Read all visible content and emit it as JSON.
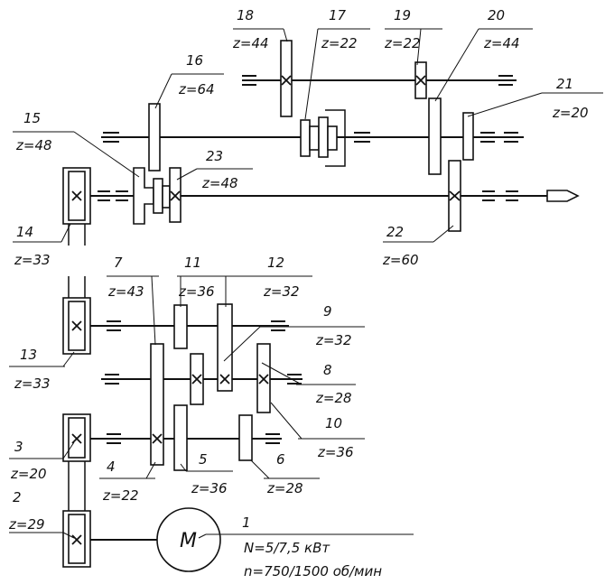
{
  "motor": {
    "symbol": "M",
    "power": "N=5/7,5 кВт",
    "speed": "n=750/1500 об/мин"
  },
  "labels": {
    "l1": "1",
    "l2": "2",
    "z2": "z=29",
    "l3": "3",
    "z3": "z=20",
    "l4": "4",
    "z4": "z=22",
    "l5": "5",
    "z5": "z=36",
    "l6": "6",
    "z6": "z=28",
    "l7": "7",
    "z7": "z=43",
    "l8": "8",
    "z8": "z=28",
    "l9": "9",
    "z9": "z=32",
    "l10": "10",
    "z10": "z=36",
    "l11": "11",
    "z11": "z=36",
    "l12": "12",
    "z12": "z=32",
    "l13": "13",
    "z13": "z=33",
    "l14": "14",
    "z14": "z=33",
    "l15": "15",
    "z15": "z=48",
    "l16": "16",
    "z16": "z=64",
    "l17": "17",
    "z17": "z=22",
    "l18": "18",
    "z18": "z=44",
    "l19": "19",
    "z19": "z=22",
    "l20": "20",
    "z20": "z=44",
    "l21": "21",
    "z21": "z=20",
    "l22": "22",
    "z22": "z=60",
    "l23": "23",
    "z23": "z=48"
  }
}
